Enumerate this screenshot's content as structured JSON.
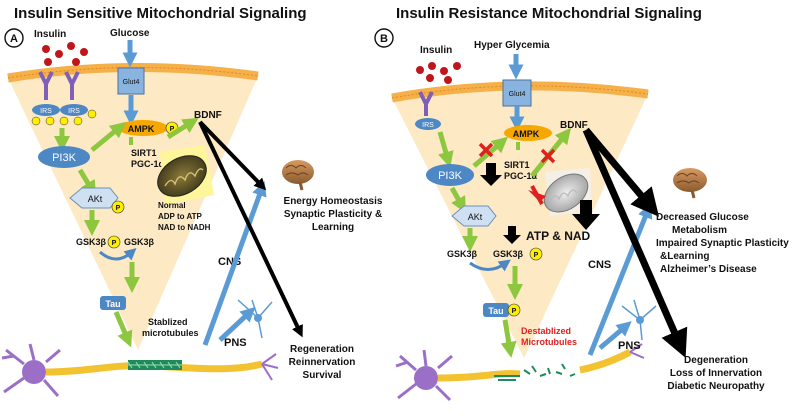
{
  "panels": [
    {
      "letter": "A",
      "title": "Insulin Sensitive Mitochondrial Signaling",
      "inputs": {
        "insulin": "Insulin",
        "glucose": "Glucose"
      },
      "receptor": {
        "irs1": "IRS",
        "irs2": "IRS",
        "glut": "Glut4",
        "phos": "P"
      },
      "nodes": {
        "ampk": "AMPK",
        "pi3k": "PI3K",
        "sirt1": "SIRT1",
        "pgc": "PGC-1α",
        "akt": "AKt",
        "gsk_left": "GSK3β",
        "gsk_right": "GSK3β",
        "tau": "Tau",
        "bdnf": "BDNF"
      },
      "mito_notes": [
        "Normal",
        "ADP to ATP",
        "NAD to NADH"
      ],
      "microtubule_label": [
        "Stablized",
        "microtubules"
      ],
      "cns": "CNS",
      "pns": "PNS",
      "cns_outcomes": [
        "Energy Homeostasis",
        "Synaptic Plasticity &",
        "Learning"
      ],
      "pns_outcomes": [
        "Regeneration",
        "Reinnervation",
        "Survival"
      ]
    },
    {
      "letter": "B",
      "title": "Insulin Resistance Mitochondrial Signaling",
      "inputs": {
        "insulin": "Insulin",
        "glucose": "Hyper Glycemia"
      },
      "receptor": {
        "irs1": "IRS",
        "glut": "Glut4",
        "phos": "P"
      },
      "nodes": {
        "ampk": "AMPK",
        "pi3k": "PI3K",
        "sirt1": "SIRT1",
        "pgc": "PGC-1α",
        "akt": "AKt",
        "gsk_left": "GSK3β",
        "gsk_right": "GSK3β",
        "tau": "Tau",
        "bdnf": "BDNF"
      },
      "atp_nad": "ATP & NAD",
      "microtubule_label": [
        "Destablized",
        "Microtubules"
      ],
      "cns": "CNS",
      "pns": "PNS",
      "cns_outcomes": [
        "Decreased Glucose",
        "Metabolism",
        "Impaired Synaptic Plasticity",
        "&Learning",
        "Alzheimer’s Disease"
      ],
      "pns_outcomes": [
        "Degeneration",
        "Loss of Innervation",
        "Diabetic Neuropathy"
      ]
    }
  ],
  "colors": {
    "funnel": "#fde9c4",
    "membrane": "#f5b04a",
    "insulin": "#c0161b",
    "receptor": "#7f5fb8",
    "node_blue": "#4d87c4",
    "ampk": "#f7a800",
    "phos": "#ffee00",
    "arrow_green": "#8dc63f",
    "arrow_blue": "#5b9bd5",
    "block_red": "#e02020",
    "destab_text": "#e02020"
  }
}
